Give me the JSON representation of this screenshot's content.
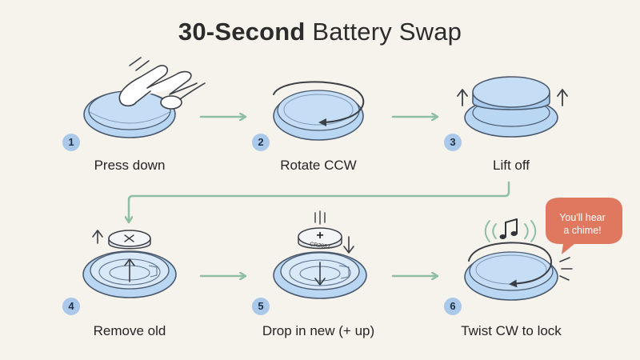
{
  "title": {
    "bold": "30-Second",
    "rest": " Battery Swap"
  },
  "steps": [
    {
      "number": "1",
      "label": "Press down"
    },
    {
      "number": "2",
      "label": "Rotate CCW"
    },
    {
      "number": "3",
      "label": "Lift off"
    },
    {
      "number": "4",
      "label": "Remove old"
    },
    {
      "number": "5",
      "label": "Drop in new (+ up)"
    },
    {
      "number": "6",
      "label": "Twist CW to lock"
    }
  ],
  "battery": {
    "plus": "+",
    "text": "CR2032"
  },
  "callout": {
    "line1": "You'll hear",
    "line2": "a chime!"
  },
  "colors": {
    "disc_fill": "#b9d6f2",
    "disc_stroke": "#4a5a6e",
    "arrow": "#8fbfa2",
    "badge": "#a9c8ea",
    "callout": "#e07860"
  },
  "icons": [
    "hand-icon",
    "rotate-arrow-icon",
    "lift-arrow-icon",
    "battery-icon",
    "music-note-icon",
    "chime-icon",
    "speech-bubble-icon"
  ]
}
